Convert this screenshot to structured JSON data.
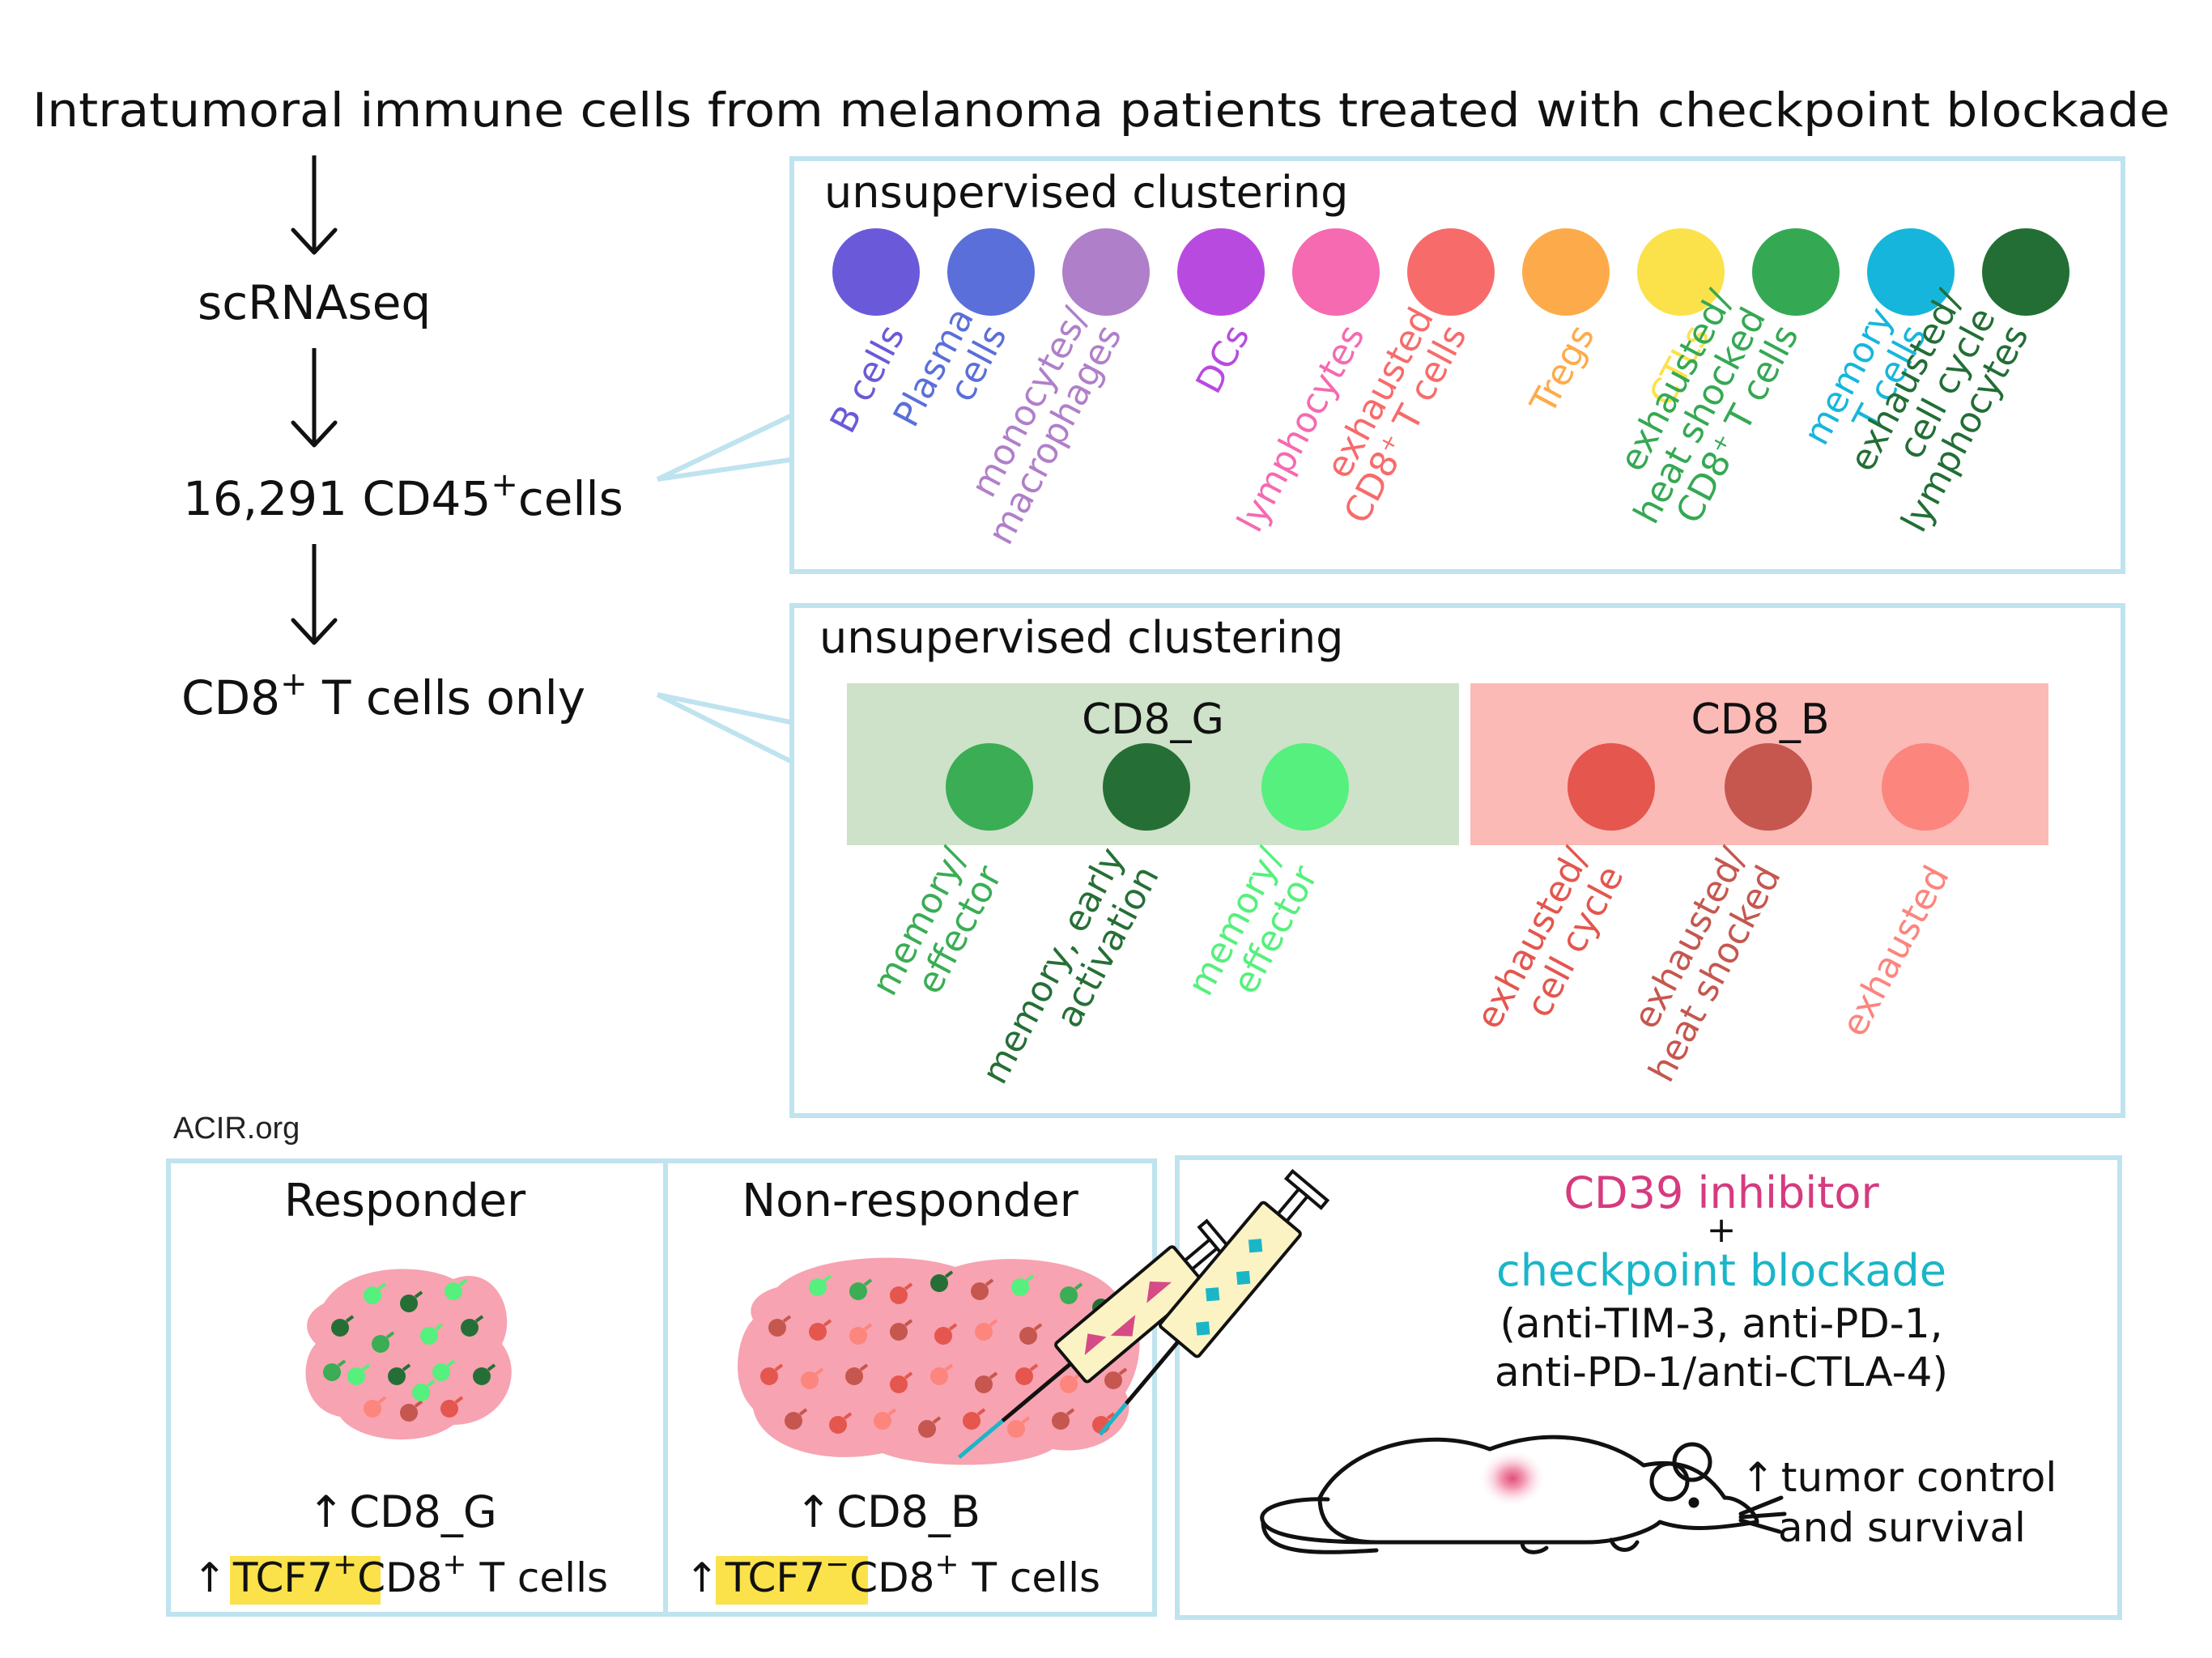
{
  "title": "Intratumoral immune cells from melanoma patients treated with checkpoint blockade",
  "flow": {
    "step1": "scRNAseq",
    "step2_main": "16,291 CD45",
    "step2_sup": "+",
    "step2_tail": "cells",
    "step3_main": "CD8",
    "step3_sup": "+",
    "step3_tail": " T cells only"
  },
  "panel1": {
    "heading": "unsupervised clustering",
    "clusters": [
      {
        "lines": [
          "B cells"
        ],
        "color": "#6a5ad9"
      },
      {
        "lines": [
          "Plasma",
          "cells"
        ],
        "color": "#5a6fd9"
      },
      {
        "lines": [
          "monocytes/",
          "macrophages"
        ],
        "color": "#b07fc9"
      },
      {
        "lines": [
          "DCs"
        ],
        "color": "#b94ae0"
      },
      {
        "lines": [
          "lymphocytes"
        ],
        "color": "#f56ab0"
      },
      {
        "lines": [
          "exhausted",
          "CD8⁺ T cells"
        ],
        "color": "#f76b6b"
      },
      {
        "lines": [
          "Tregs"
        ],
        "color": "#fdab4a"
      },
      {
        "lines": [
          "CTLs"
        ],
        "color": "#fbe24a"
      },
      {
        "lines": [
          "exhausted/",
          "heat shocked",
          "CD8⁺ T cells"
        ],
        "color": "#35a853"
      },
      {
        "lines": [
          "memory",
          "T cells"
        ],
        "color": "#16b6dc"
      },
      {
        "lines": [
          "exhausted/",
          "cell cycle",
          "lymphocytes"
        ],
        "color": "#226e35"
      }
    ]
  },
  "panel2": {
    "heading": "unsupervised clustering",
    "group_g": {
      "label": "CD8_G",
      "clusters": [
        {
          "lines": [
            "memory/",
            "effector"
          ],
          "color": "#3aad55"
        },
        {
          "lines": [
            "memory, early",
            "activation"
          ],
          "color": "#256f36"
        },
        {
          "lines": [
            "memory/",
            "effector"
          ],
          "color": "#55f07d"
        }
      ]
    },
    "group_b": {
      "label": "CD8_B",
      "clusters": [
        {
          "lines": [
            "exhausted/",
            "cell cycle"
          ],
          "color": "#e4564e"
        },
        {
          "lines": [
            "exhausted/",
            "heat shocked"
          ],
          "color": "#c5574f"
        },
        {
          "lines": [
            "exhausted"
          ],
          "color": "#fc857d"
        }
      ]
    },
    "group_g_fill": "#cde2c8",
    "group_b_fill": "#fbbab6"
  },
  "credit": "ACIR.org",
  "responder": {
    "title": "Responder",
    "line1_arrow": "↑",
    "line1": "CD8_G",
    "line2_arrow": "↑",
    "line2_highlight": "TCF7",
    "line2_sup": "+",
    "line2_mid": "CD8",
    "line2_sup2": "+",
    "line2_tail": " T cells"
  },
  "nonresponder": {
    "title": "Non-responder",
    "line1_arrow": "↑",
    "line1": "CD8_B",
    "line2_arrow": "↑",
    "line2_highlight": "TCF7",
    "line2_sup": "−",
    "line2_mid": "CD8",
    "line2_sup2": "+",
    "line2_tail": " T cells"
  },
  "treatment": {
    "line1": "CD39 inhibitor",
    "plus": "+",
    "line2": "checkpoint blockade",
    "line3": "(anti-TIM-3, anti-PD-1,",
    "line4": "anti-PD-1/anti-CTLA-4)",
    "outcome_arrow": "↑",
    "outcome1": "tumor control",
    "outcome2": "and survival",
    "color_inhibitor": "#d63a7f",
    "color_blockade": "#1ab6c8"
  },
  "colors": {
    "panel_border": "#bfe3ef",
    "tumor": "#f7a3b1",
    "highlight": "#fbe24a"
  }
}
